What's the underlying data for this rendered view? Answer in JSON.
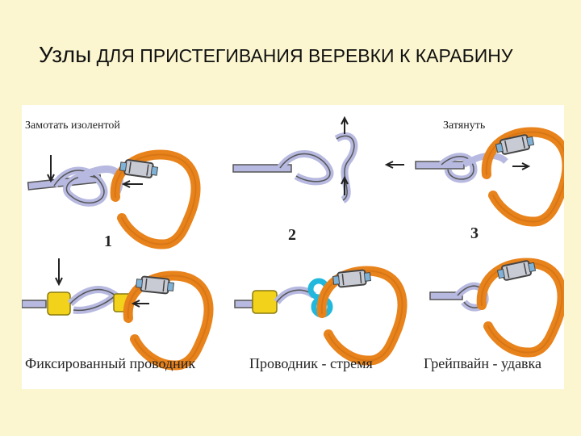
{
  "title": {
    "lead": "Узлы",
    "rest": " ДЛЯ ПРИСТЕГИВАНИЯ ВЕРЕВКИ К КАРАБИНУ"
  },
  "labels": {
    "wrap_tape": "Замотать изолентой",
    "tighten": "Затянуть",
    "fig1": "1",
    "fig2": "2",
    "fig3": "3",
    "fixed_guide": "Фиксированный проводник",
    "stirrup": "Проводник - стремя",
    "grapevine": "Грейпвайн - удавка"
  },
  "colors": {
    "background": "#fbf6cf",
    "carabiner": "#e8831c",
    "rope": "#b7b9e0",
    "tape": "#f2d21b",
    "loop_blue": "#22b7dc"
  }
}
